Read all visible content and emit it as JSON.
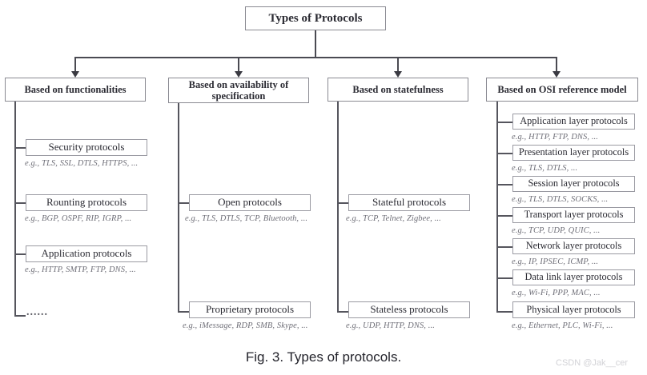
{
  "figure": {
    "caption": "Fig. 3.  Types of protocols.",
    "watermark": "CSDN @Jak__cer",
    "root": {
      "label": "Types of Protocols"
    }
  },
  "columns": [
    {
      "id": "functionalities",
      "header": "Based on functionalities",
      "items": [
        {
          "label": "Security protocols",
          "example": "e.g., TLS, SSL, DTLS, HTTPS, ..."
        },
        {
          "label": "Rounting protocols",
          "example": "e.g., BGP, OSPF, RIP, IGRP, ..."
        },
        {
          "label": "Application protocols",
          "example": "e.g., HTTP, SMTP, FTP, DNS, ..."
        }
      ],
      "trailing_ellipsis": "......"
    },
    {
      "id": "availability",
      "header": "Based on availability of specification",
      "items": [
        {
          "label": "Open protocols",
          "example": "e.g., TLS, DTLS, TCP, Bluetooth, ..."
        },
        {
          "label": "Proprietary protocols",
          "example": "e.g., iMessage, RDP, SMB, Skype, ..."
        }
      ],
      "trailing_ellipsis": ""
    },
    {
      "id": "statefulness",
      "header": "Based on statefulness",
      "items": [
        {
          "label": "Stateful protocols",
          "example": "e.g., TCP, Telnet, Zigbee, ..."
        },
        {
          "label": "Stateless protocols",
          "example": "e.g., UDP, HTTP, DNS, ..."
        }
      ],
      "trailing_ellipsis": ""
    },
    {
      "id": "osi",
      "header": "Based on OSI reference model",
      "items": [
        {
          "label": "Application layer protocols",
          "example": "e.g., HTTP, FTP, DNS, ..."
        },
        {
          "label": "Presentation layer protocols",
          "example": "e.g., TLS, DTLS, ..."
        },
        {
          "label": "Session layer protocols",
          "example": "e.g., TLS, DTLS, SOCKS,  ..."
        },
        {
          "label": "Transport layer protocols",
          "example": "e.g., TCP, UDP, QUIC, ..."
        },
        {
          "label": "Network layer protocols",
          "example": "e.g., IP, IPSEC, ICMP, ..."
        },
        {
          "label": "Data link layer protocols",
          "example": "e.g., Wi-Fi, PPP, MAC, ..."
        },
        {
          "label": "Physical layer protocols",
          "example": "e.g., Ethernet, PLC, Wi-Fi, ..."
        }
      ],
      "trailing_ellipsis": ""
    }
  ],
  "colors": {
    "box_border": "#8c8c94",
    "connector": "#4a4a52",
    "example_text": "#6f6f78",
    "body_text": "#2b2b33",
    "watermark": "#d2d2d6"
  }
}
